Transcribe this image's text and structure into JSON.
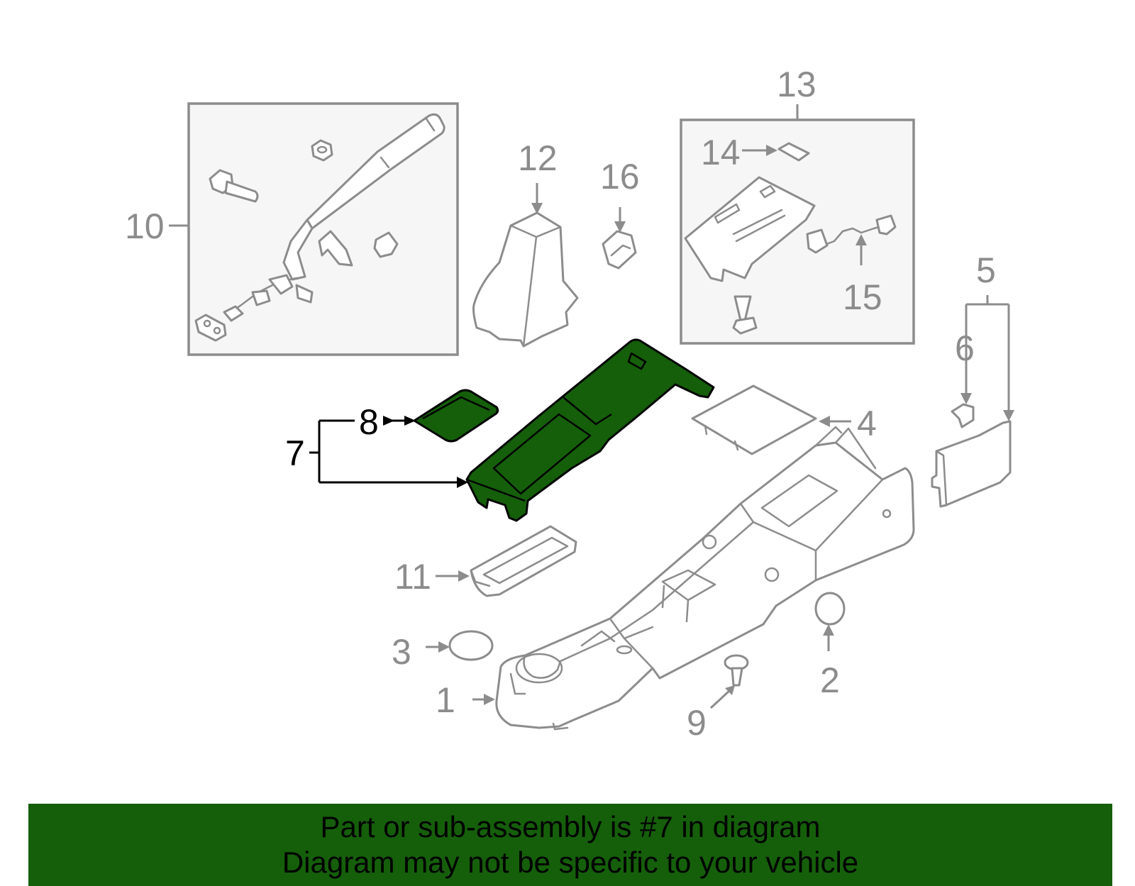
{
  "diagram": {
    "callouts": {
      "c1": "1",
      "c2": "2",
      "c3": "3",
      "c4": "4",
      "c5": "5",
      "c6": "6",
      "c7": "7",
      "c8": "8",
      "c9": "9",
      "c10": "10",
      "c11": "11",
      "c12": "12",
      "c13": "13",
      "c14": "14",
      "c15": "15",
      "c16": "16"
    },
    "highlighted_part": "7",
    "highlight_color": "#155f0a",
    "line_color": "#8c8c8c"
  },
  "banner": {
    "line1": "Part or sub-assembly is #7 in diagram",
    "line2": "Diagram may not be specific to your vehicle",
    "background": "#155f0a"
  }
}
